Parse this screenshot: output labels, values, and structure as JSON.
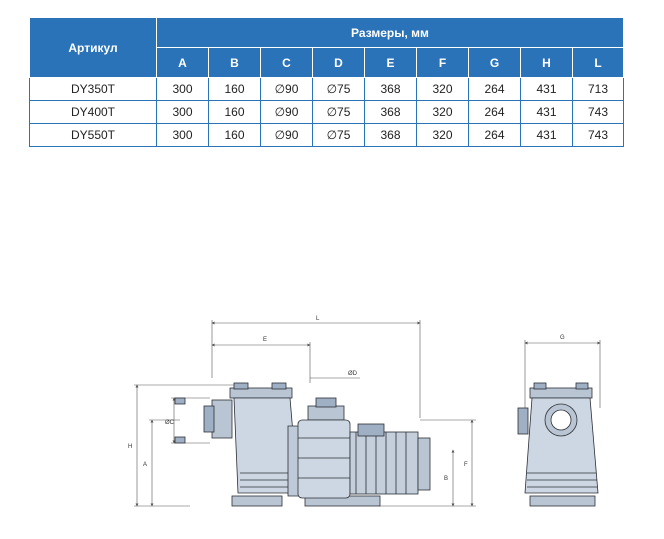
{
  "table": {
    "article_header": "Артикул",
    "dims_header": "Размеры, мм",
    "columns": [
      "A",
      "B",
      "C",
      "D",
      "E",
      "F",
      "G",
      "H",
      "L"
    ],
    "rows": [
      {
        "article": "DY350T",
        "values": [
          "300",
          "160",
          "∅90",
          "∅75",
          "368",
          "320",
          "264",
          "431",
          "713"
        ]
      },
      {
        "article": "DY400T",
        "values": [
          "300",
          "160",
          "∅90",
          "∅75",
          "368",
          "320",
          "264",
          "431",
          "743"
        ]
      },
      {
        "article": "DY550T",
        "values": [
          "300",
          "160",
          "∅90",
          "∅75",
          "368",
          "320",
          "264",
          "431",
          "743"
        ]
      }
    ]
  },
  "drawing": {
    "labels": {
      "L": "L",
      "E": "E",
      "D": "ØD",
      "C": "ØC",
      "H": "H",
      "A": "A",
      "B": "B",
      "F": "F",
      "G": "G"
    },
    "colors": {
      "body": "#cdd7e4",
      "body_dark": "#9fb0c4",
      "motor": "#c4cfdb",
      "outline": "#2a2f36",
      "dim": "#555555"
    }
  }
}
